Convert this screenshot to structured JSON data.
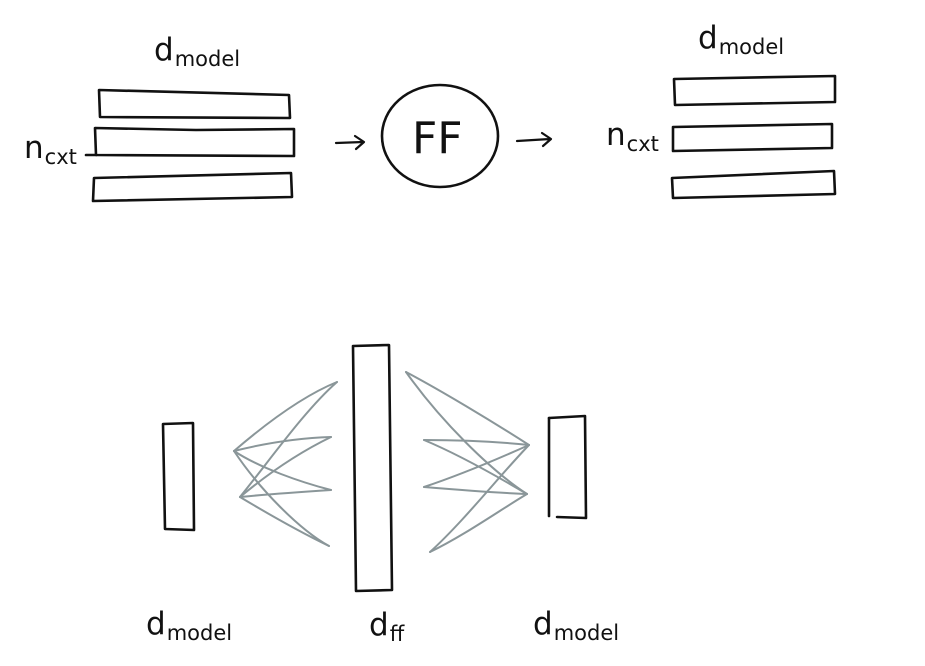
{
  "top_diagram": {
    "input": {
      "width_label": {
        "main": "d",
        "sub": "model"
      },
      "rows_label": {
        "main": "n",
        "sub": "cxt"
      }
    },
    "block": {
      "label": "FF"
    },
    "output": {
      "width_label": {
        "main": "d",
        "sub": "model"
      },
      "rows_label": {
        "main": "n",
        "sub": "cxt"
      }
    }
  },
  "bottom_diagram": {
    "layers": [
      {
        "main": "d",
        "sub": "model"
      },
      {
        "main": "d",
        "sub": "ff"
      },
      {
        "main": "d",
        "sub": "model"
      }
    ]
  }
}
